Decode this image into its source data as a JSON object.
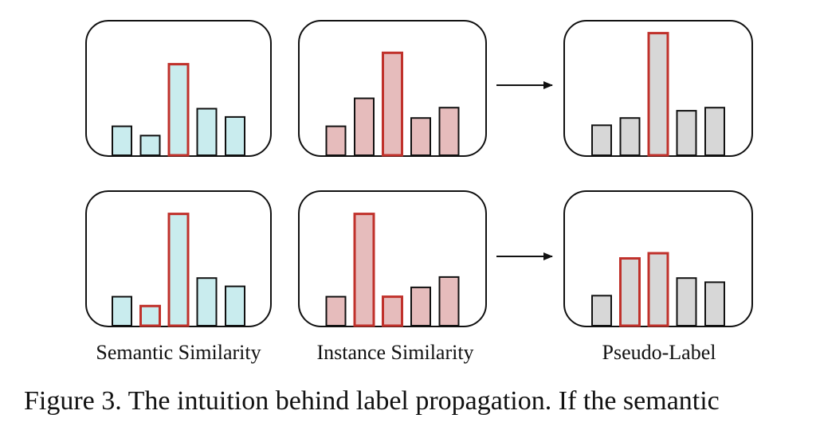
{
  "colors": {
    "semantic_fill": "#c9ecee",
    "instance_fill": "#e6bcbc",
    "pseudo_fill": "#d7d7d7",
    "highlight_stroke": "#c0312b",
    "normal_stroke": "#111111"
  },
  "panels": [
    {
      "name": "semantic-top",
      "kind": "semantic",
      "values": [
        0.28,
        0.19,
        0.88,
        0.45,
        0.37
      ],
      "highlight": [
        2
      ]
    },
    {
      "name": "instance-top",
      "kind": "instance",
      "values": [
        0.28,
        0.55,
        0.99,
        0.36,
        0.46
      ],
      "highlight": [
        2
      ]
    },
    {
      "name": "pseudo-top",
      "kind": "pseudo",
      "values": [
        0.29,
        0.36,
        1.18,
        0.43,
        0.46
      ],
      "highlight": [
        2
      ]
    },
    {
      "name": "semantic-bottom",
      "kind": "semantic",
      "values": [
        0.28,
        0.19,
        1.08,
        0.46,
        0.38
      ],
      "highlight": [
        1,
        2
      ]
    },
    {
      "name": "instance-bottom",
      "kind": "instance",
      "values": [
        0.28,
        1.08,
        0.28,
        0.37,
        0.47
      ],
      "highlight": [
        1,
        2
      ]
    },
    {
      "name": "pseudo-bottom",
      "kind": "pseudo",
      "values": [
        0.29,
        0.65,
        0.7,
        0.46,
        0.42
      ],
      "highlight": [
        1,
        2
      ]
    }
  ],
  "labels": {
    "semantic": "Semantic Similarity",
    "instance": "Instance Similarity",
    "pseudo": "Pseudo-Label"
  },
  "caption": "Figure 3.  The intuition behind label propagation.  If the semantic"
}
